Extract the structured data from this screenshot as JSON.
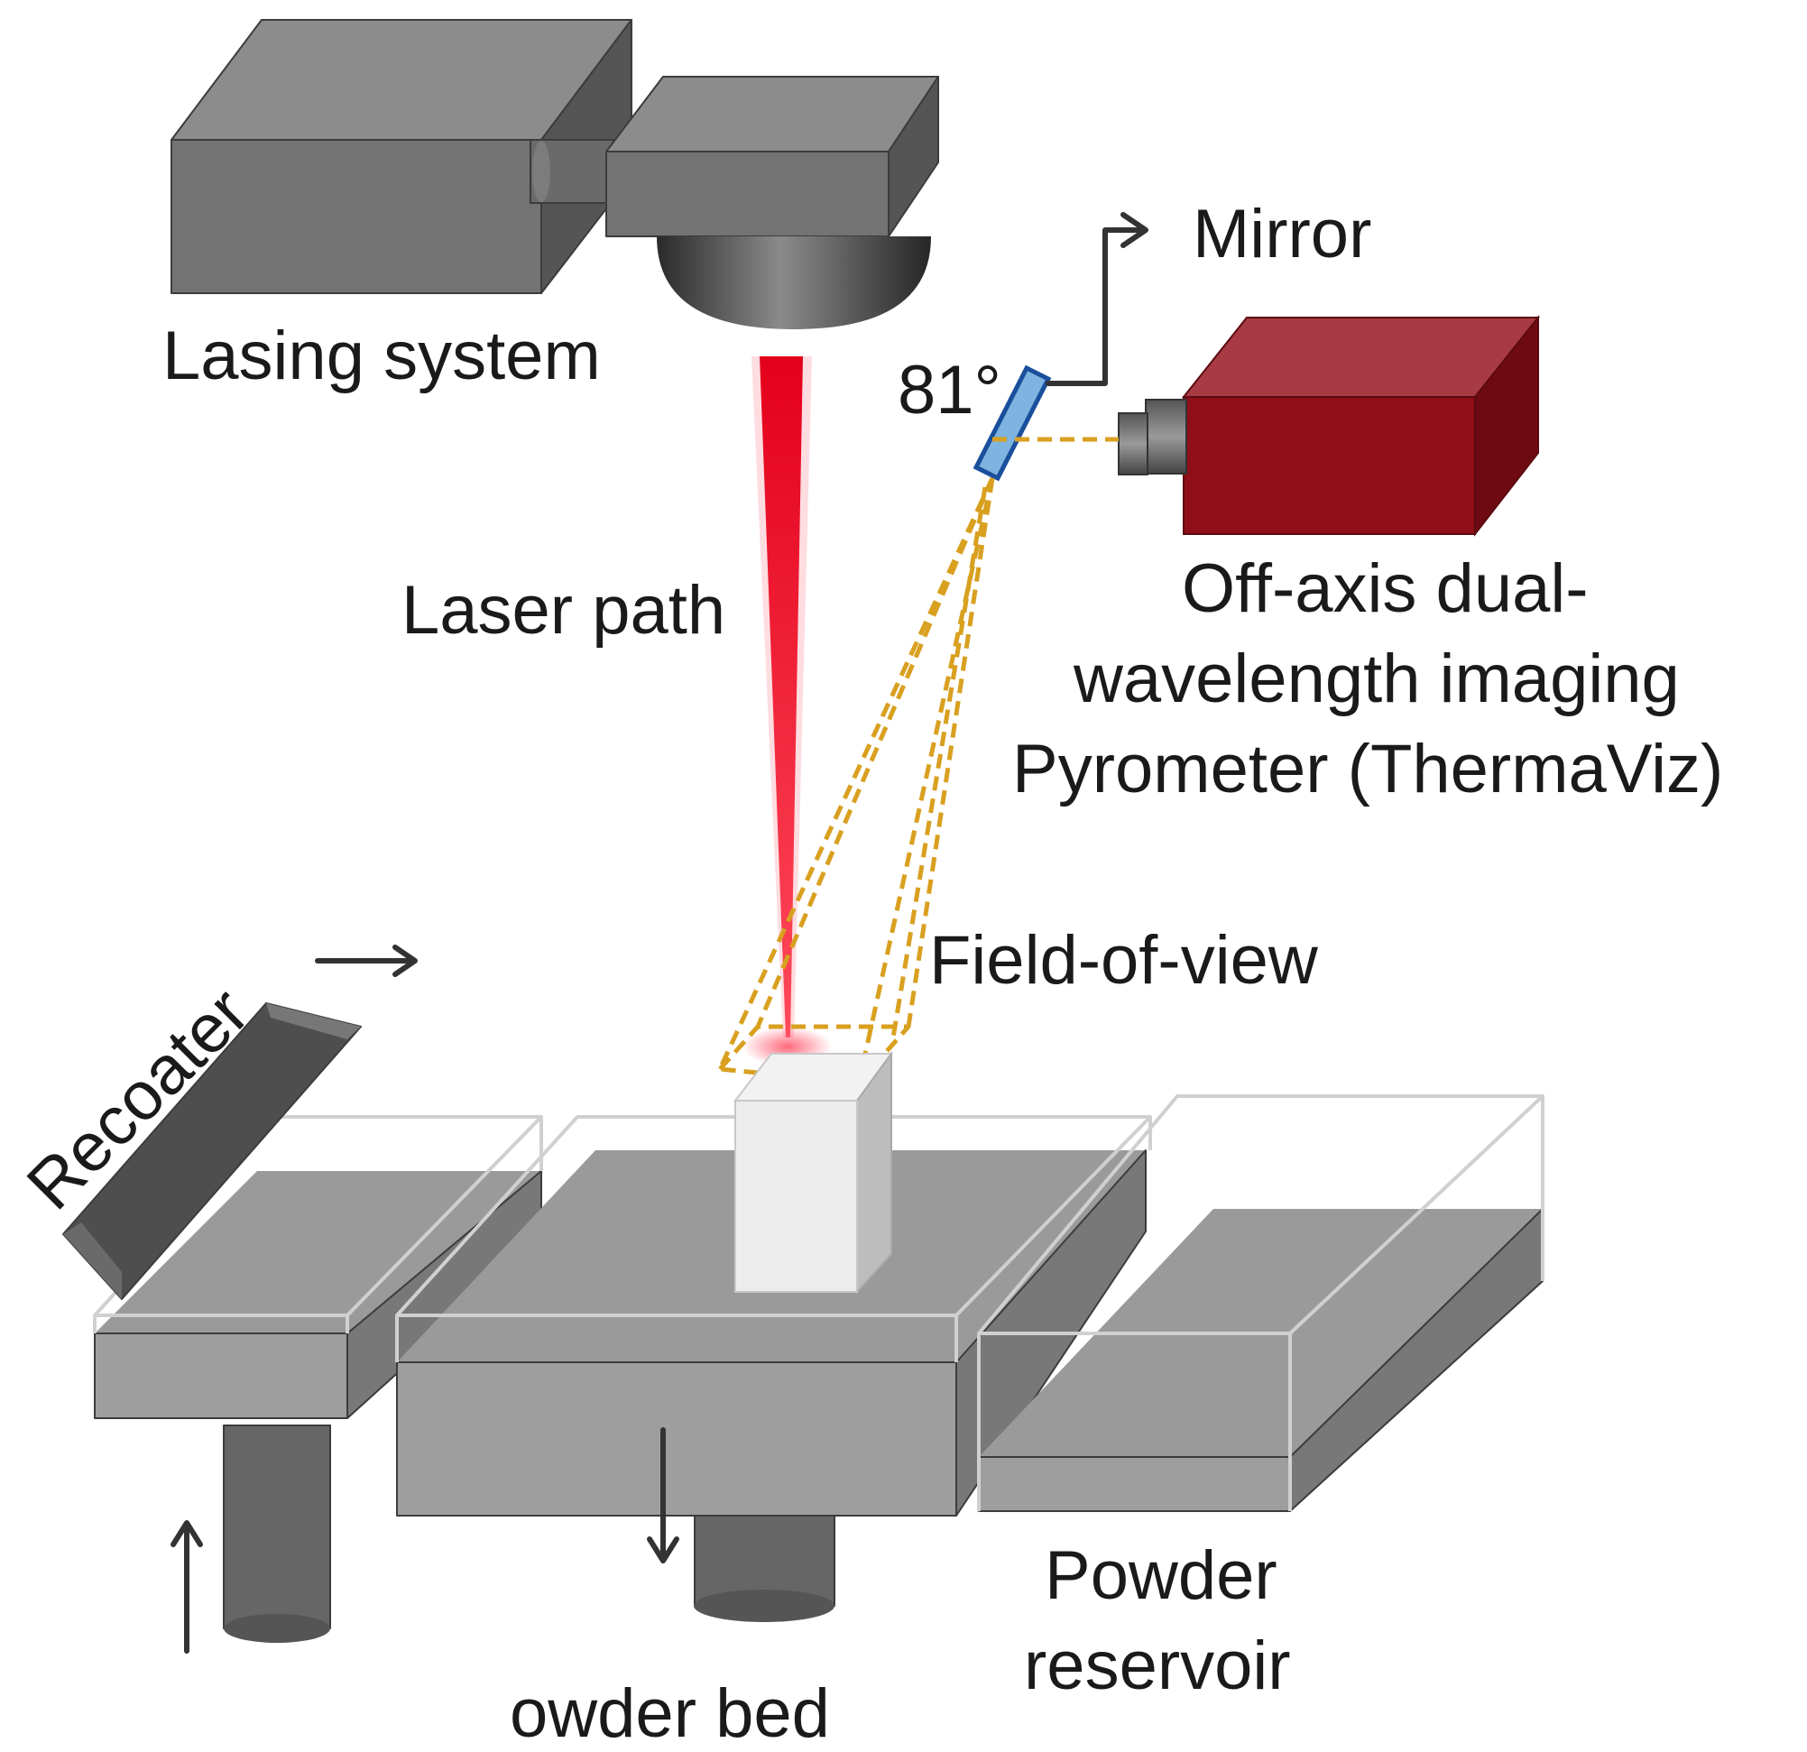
{
  "labels": {
    "lasing_system": "Lasing system",
    "mirror": "Mirror",
    "angle": "81°",
    "laser_path": "Laser path",
    "pyrometer_line1": "Off-axis dual-",
    "pyrometer_line2": "wavelength imaging",
    "pyrometer_line3": "Pyrometer (ThermaViz)",
    "field_of_view": "Field-of-view",
    "recoater": "Recoater",
    "powder_bed": "owder bed",
    "powder_reservoir_line1": "Powder",
    "powder_reservoir_line2": "reservoir"
  },
  "colors": {
    "machine_gray": "#6e6e6e",
    "laser_red": "#e3001b",
    "pyrometer_red": "#8e0f17",
    "fov_dashed": "#d9a020",
    "mirror_blue": "#7fb3e0"
  }
}
